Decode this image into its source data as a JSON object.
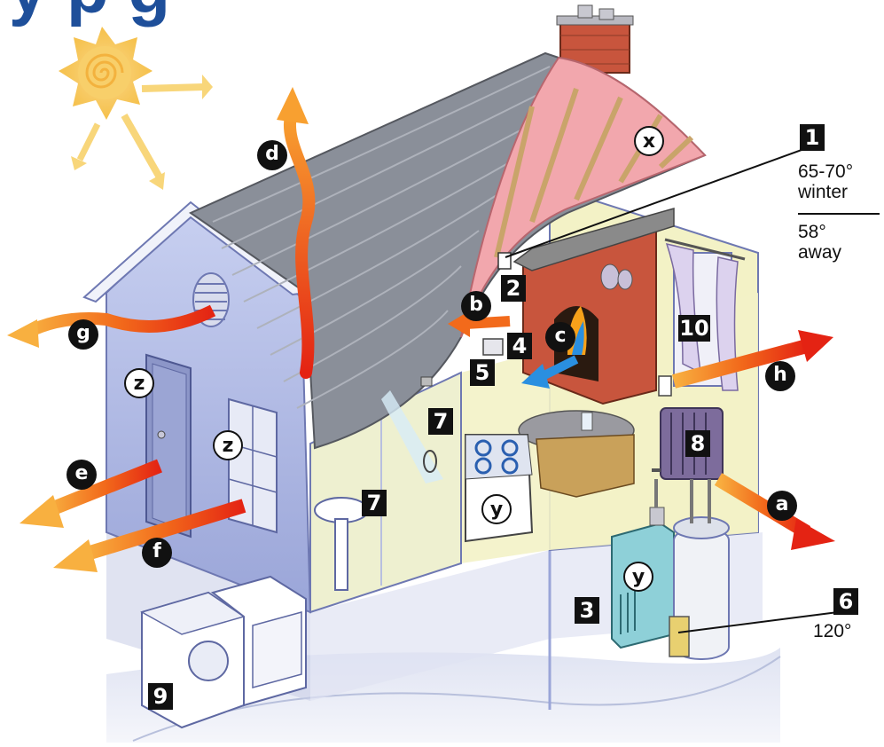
{
  "title_fragment": "y   p g",
  "setpoints": {
    "thermostat_number": "1",
    "winter_temp": "65-70°",
    "winter_label": "winter",
    "away_temp": "58°",
    "away_label": "away",
    "water_heater_number": "6",
    "water_heater_temp": "120°"
  },
  "number_labels": [
    "2",
    "3",
    "4",
    "5",
    "7",
    "7",
    "8",
    "9",
    "10"
  ],
  "heat_loss_labels": [
    "a",
    "b",
    "c",
    "d",
    "e",
    "f",
    "g",
    "h"
  ],
  "outlined_labels": [
    "x",
    "y",
    "y",
    "z",
    "z"
  ],
  "colors": {
    "title_blue": "#1e4f9a",
    "arrow_orange": "#f26a1b",
    "arrow_red": "#e42313",
    "cool_arrow_blue": "#2a8fe0",
    "house_wall": "#a9b6e2",
    "roof_gray": "#8a8f99",
    "insulation_pink": "#f2a7ad",
    "interior_yellow": "#f3f2c6",
    "brick": "#c8553d"
  }
}
